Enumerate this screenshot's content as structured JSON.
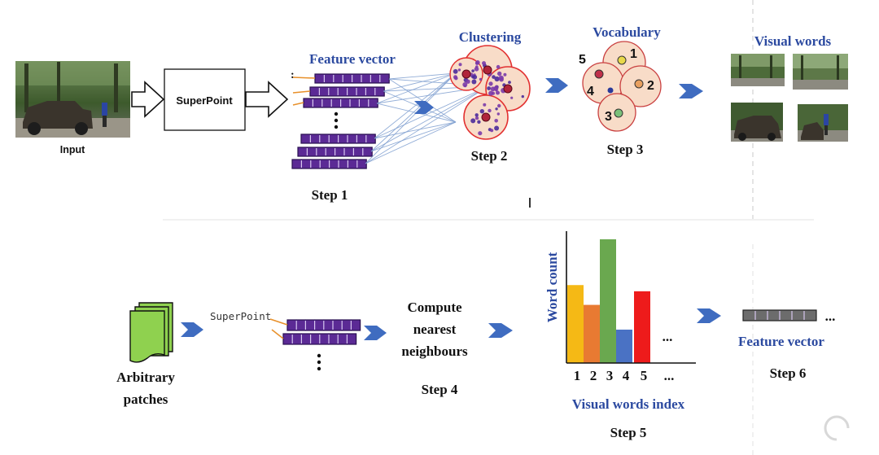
{
  "colors": {
    "accent_blue": "#2c4aa0",
    "arrow_blue": "#3f6cc0",
    "feature_purple": "#5b2a95",
    "cluster_fill": "#f8dcc8",
    "cluster_stroke": "#e23030",
    "bar_yellow": "#f5b915",
    "bar_orange": "#e87a32",
    "bar_green": "#6aa84f",
    "bar_blue": "#4a72c4",
    "bar_red": "#ee1b1b",
    "patch_green": "#8fd14f",
    "feature_gray": "#666666"
  },
  "top": {
    "input_label": "Input",
    "superpoint_label": "SuperPoint",
    "feature_vector_title": "Feature vector",
    "step1": "Step 1",
    "clustering_title": "Clustering",
    "step2": "Step 2",
    "vocabulary_title": "Vocabulary",
    "step3": "Step 3",
    "vocab_numbers": [
      "1",
      "2",
      "3",
      "4",
      "5"
    ],
    "visual_words_title": "Visual words"
  },
  "bottom": {
    "patches_label_1": "Arbitrary",
    "patches_label_2": "patches",
    "superpoint_label": "SuperPoint",
    "compute_1": "Compute",
    "compute_2": "nearest",
    "compute_3": "neighbours",
    "step4": "Step 4",
    "step5": "Step 5",
    "step6": "Step 6",
    "feature_vector_title": "Feature vector",
    "ellipsis": "..."
  },
  "chart_data": {
    "type": "bar",
    "ylabel": "Word count",
    "xlabel": "Visual words index",
    "categories": [
      "1",
      "2",
      "3",
      "4",
      "5"
    ],
    "tick_more": "...",
    "values": [
      0.63,
      0.47,
      1.0,
      0.27,
      0.58
    ],
    "bar_colors": [
      "#f5b915",
      "#e87a32",
      "#6aa84f",
      "#4a72c4",
      "#ee1b1b"
    ]
  }
}
